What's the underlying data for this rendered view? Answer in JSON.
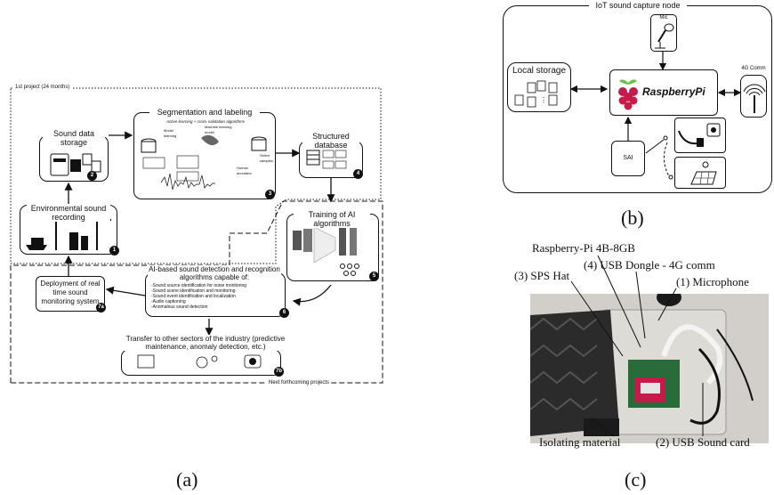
{
  "panel_a": {
    "caption": "(a)",
    "first_project_label": "1st project (24 months)",
    "next_projects_label": "Next forthcoming projects",
    "sound_storage": {
      "title": "Sound data storage",
      "badge": "2"
    },
    "env_recording": {
      "title": "Environmental sound recording",
      "badge": "1"
    },
    "segmentation": {
      "title": "Segmentation and labeling",
      "subtitle": "Active learning + cross-validation algorithms",
      "badge": "3",
      "labels": [
        "Model learning",
        "Machine learning model",
        "Select samples",
        "Human annotator"
      ]
    },
    "structured_db": {
      "title": "Structured database",
      "badge": "4"
    },
    "training": {
      "title": "Training of AI algorithms",
      "badge": "5"
    },
    "detection": {
      "title": "AI-based sound detection and recognition algorithms capable of:",
      "badge": "6",
      "items": [
        "-Sound source identification for noise monitoring",
        "-Sound scene identification and monitoring",
        "-Sound event identification and localization",
        "-Audio captioning",
        "-Anomalous sound detection"
      ]
    },
    "deployment": {
      "title": "Deployment of real time sound monitoring system",
      "badge": "7a"
    },
    "transfer": {
      "title": "Transfer to other sectors of the industry (predictive maintenance, anomaly detection, etc.)",
      "badge": "7b"
    }
  },
  "panel_b": {
    "caption": "(b)",
    "node_title": "IoT sound capture node",
    "mic": "Mic",
    "local_storage": "Local storage",
    "raspberry": "RaspberryPi",
    "comm": "4G Comm",
    "sai": "SAI"
  },
  "panel_c": {
    "caption": "(c)",
    "labels": {
      "raspberry": "Raspberry-Pi 4B-8GB",
      "dongle": "(4) USB Dongle - 4G comm",
      "sps": "(3) SPS Hat",
      "microphone": "(1) Microphone",
      "isolating": "Isolating material",
      "soundcard": "(2) USB Sound card"
    }
  },
  "colors": {
    "ink": "#111111",
    "raspberry_red": "#c51a4a",
    "photo_bg": "#c9c6c1",
    "foam": "#2b2b2b"
  }
}
